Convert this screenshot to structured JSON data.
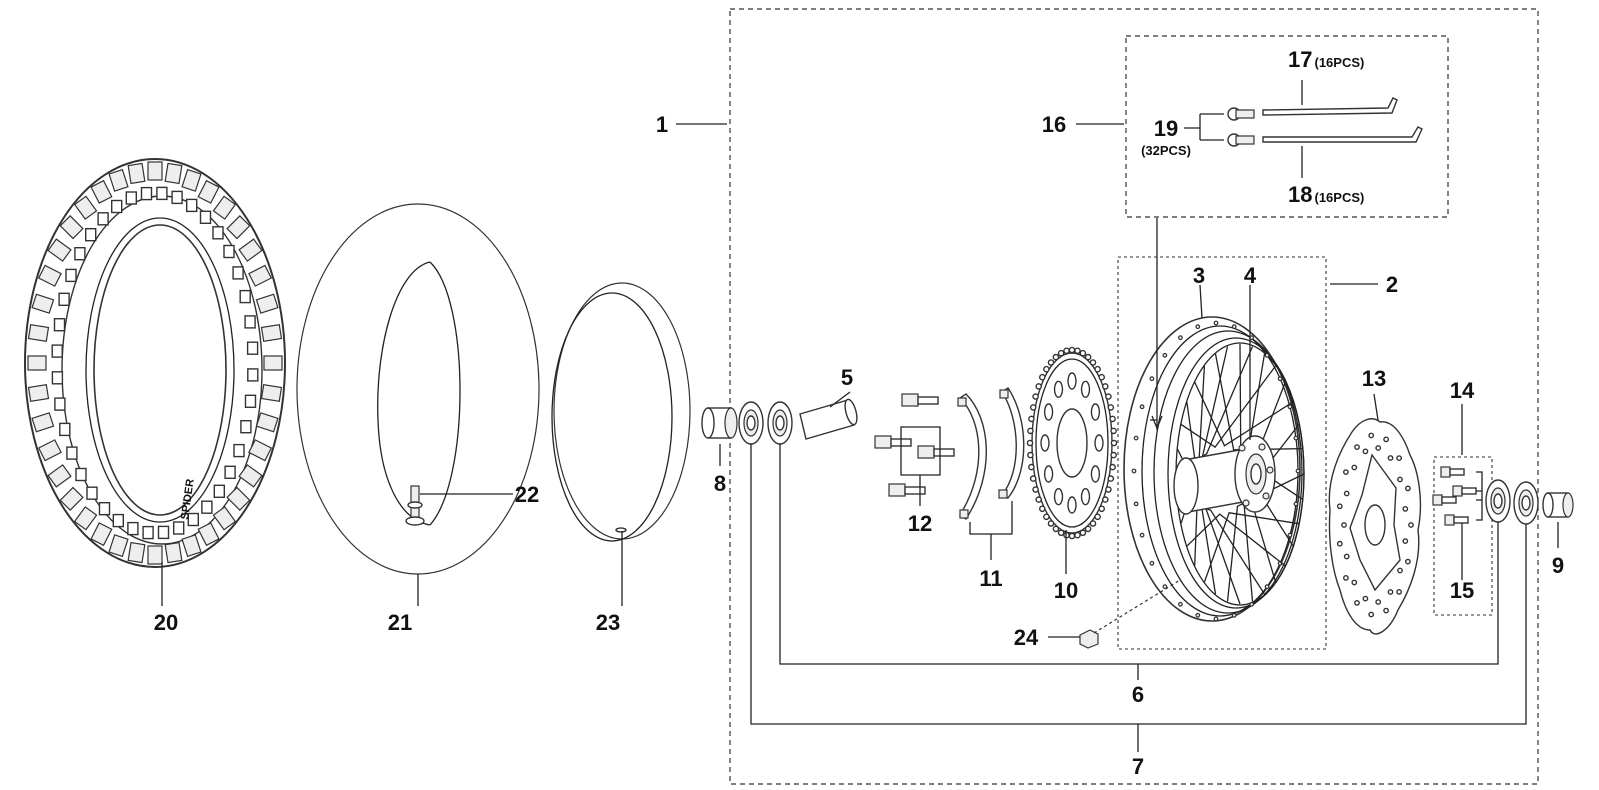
{
  "callouts": {
    "c1": "1",
    "c2": "2",
    "c3": "3",
    "c4": "4",
    "c5": "5",
    "c6": "6",
    "c7": "7",
    "c8": "8",
    "c9": "9",
    "c10": "10",
    "c11": "11",
    "c12": "12",
    "c13": "13",
    "c14": "14",
    "c15": "15",
    "c16": "16",
    "c17": "17",
    "c17_qty": "(16PCS)",
    "c18": "18",
    "c18_qty": "(16PCS)",
    "c19": "19",
    "c19_qty": "(32PCS)",
    "c20": "20",
    "c21": "21",
    "c22": "22",
    "c23": "23",
    "c24": "24"
  },
  "tire_sidewall_text": "SPIDER",
  "colors": {
    "line": "#222222",
    "fill": "#ffffff",
    "shade": "#eeeeee"
  }
}
